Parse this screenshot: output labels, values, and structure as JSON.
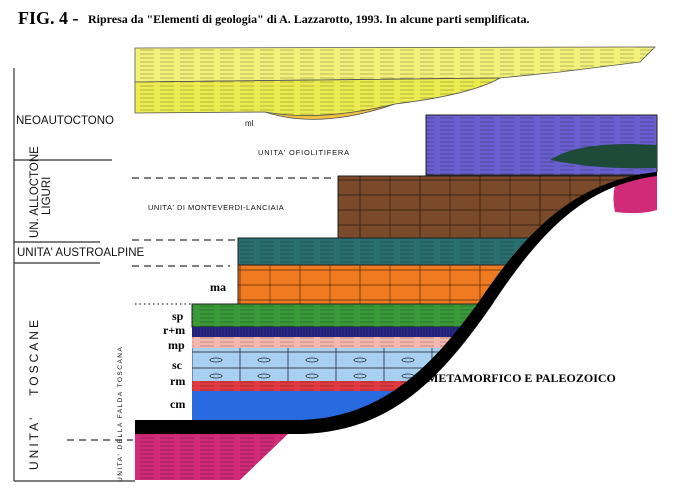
{
  "caption": {
    "fig": "FIG. 4 -",
    "text": "Ripresa da \"Elementi di geologia\" di A. Lazzarotto, 1993. In alcune parti  semplificata."
  },
  "column_labels": {
    "neoautoctono": "NEOAUTOCTONO",
    "alloctone_1": "UN. ALLOCTONE",
    "alloctone_2": "LIGURI",
    "austroalpine": "UNITA' AUSTROALPINE",
    "toscane": "UNITA'   TOSCANE",
    "falda_toscana": "UNITA' DELLA FALDA TOSCANA"
  },
  "unit_labels": {
    "ofiolitifera": "UNITA'  OFIOLITIFERA",
    "monteverdi": "UNITA' DI MONTEVERDI-LANCIAIA",
    "ml": "ml",
    "metamorfico": "METAMORFICO E PALEOZOICO"
  },
  "layer_labels": {
    "ma": "ma",
    "sp": "sp",
    "rm_plus": "r+m",
    "mp": "mp",
    "sc": "sc",
    "rm": "rm",
    "cm": "cm"
  },
  "colors": {
    "neoautoctono_light": "#f2f27a",
    "neoautoctono": "#ecec50",
    "ml_lens": "#f0c040",
    "ofiolitifera": "#6a5fd0",
    "ofiolite_lens": "#1e4a3a",
    "monteverdi": "#7a4a2a",
    "austroalpine": "#2a6f72",
    "ma": "#f07a20",
    "sp": "#3a9a3a",
    "rm_plus": "#2a2a90",
    "mp": "#f4b8b0",
    "sc": "#a8d0f0",
    "rm": "#e03a40",
    "cm": "#2a6ae0",
    "paleozoico": "#d02a78"
  }
}
